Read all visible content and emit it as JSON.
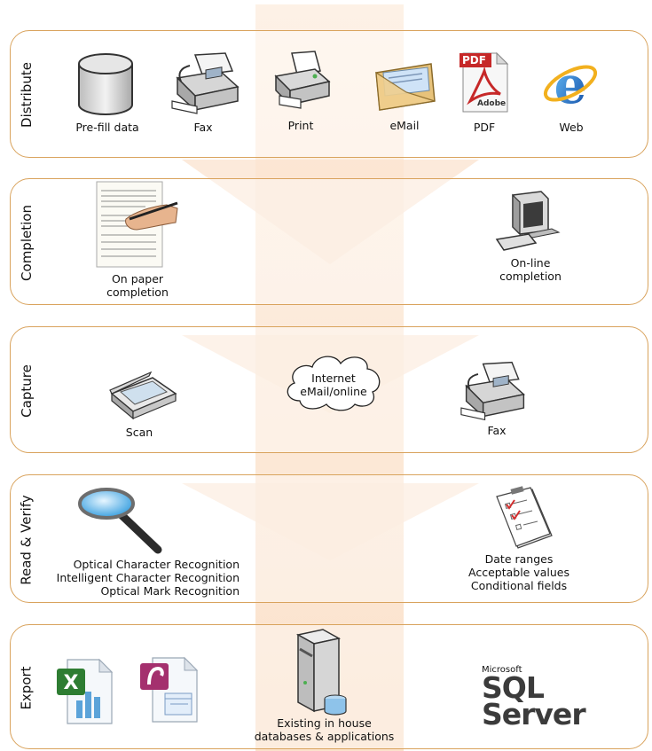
{
  "stages": {
    "distribute": {
      "label": "Distribute",
      "items": {
        "prefill": "Pre-fill data",
        "fax": "Fax",
        "print": "Print",
        "email": "eMail",
        "pdf": "PDF",
        "web": "Web"
      },
      "pdf_badge": "PDF",
      "adobe_text": "Adobe"
    },
    "completion": {
      "label": "Completion",
      "paper": [
        "On paper",
        "completion"
      ],
      "online": [
        "On-line",
        "completion"
      ]
    },
    "capture": {
      "label": "Capture",
      "scan": "Scan",
      "internet": [
        "Internet",
        "eMail/online"
      ],
      "fax": "Fax"
    },
    "read_verify": {
      "label": "Read & Verify",
      "recognition": [
        "Optical Character Recognition",
        "Intelligent Character Recognition",
        "Optical Mark Recognition"
      ],
      "validation": [
        "Date ranges",
        "Acceptable values",
        "Conditional fields"
      ]
    },
    "export": {
      "label": "Export",
      "databases": [
        "Existing in house",
        "databases & applications"
      ],
      "sql_microsoft": "Microsoft",
      "sql_server": "SQL Server"
    }
  },
  "colors": {
    "border": "#d9a35d",
    "flow": "#fbe3cf"
  },
  "icons": [
    "database-icon",
    "fax-icon",
    "printer-icon",
    "email-icon",
    "pdf-icon",
    "web-browser-icon",
    "paper-form-icon",
    "computer-icon",
    "scanner-icon",
    "cloud-icon",
    "magnifier-icon",
    "checklist-icon",
    "excel-icon",
    "access-icon",
    "server-icon"
  ]
}
